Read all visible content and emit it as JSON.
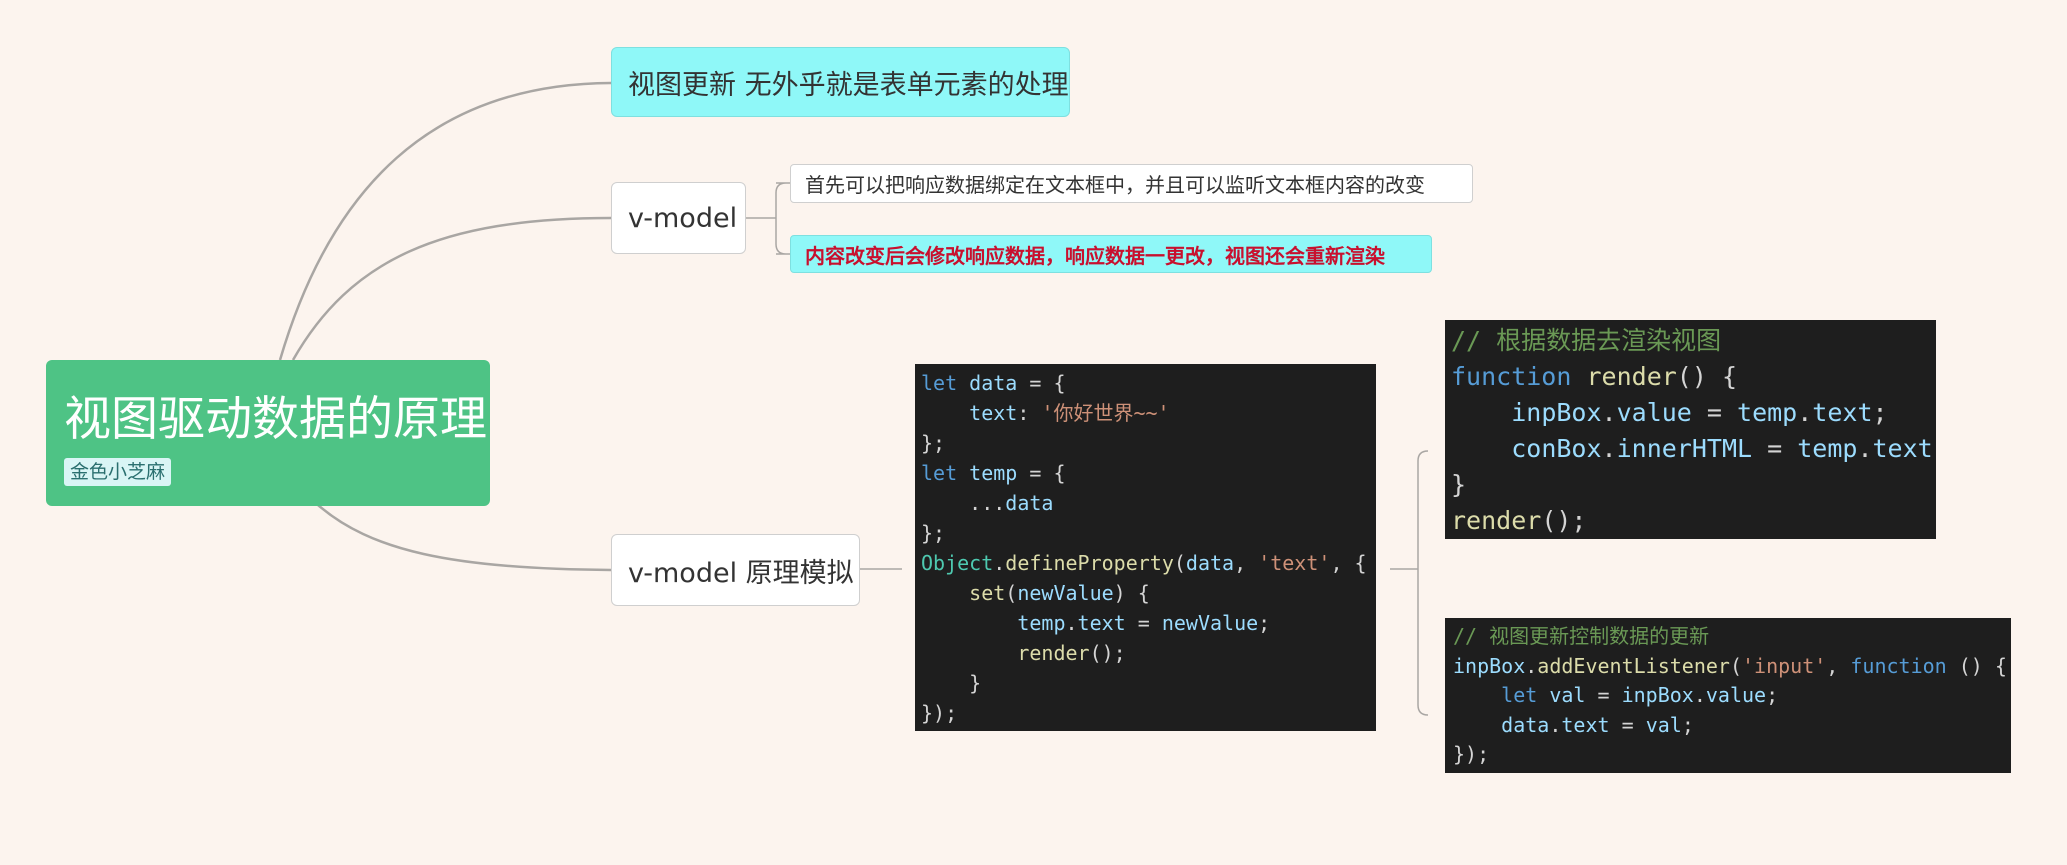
{
  "root": {
    "title": "视图驱动数据的原理",
    "tag": "金色小芝麻"
  },
  "branches": {
    "view_update": "视图更新 无外乎就是表单元素的处理",
    "vmodel": {
      "label": "v-model",
      "notes": [
        "首先可以把响应数据绑定在文本框中，并且可以监听文本框内容的改变",
        "内容改变后会修改响应数据，响应数据一更改，视图还会重新渲染"
      ]
    },
    "vmodel_sim": {
      "label": "v-model 原理模拟"
    }
  },
  "colors": {
    "background": "#fcf4ee",
    "root": "#4ec385",
    "highlight": "#8ff8f8",
    "emphasis_text": "#c8102e",
    "connector": "#a9a6a3"
  },
  "code_blocks": [
    {
      "id": "define-property",
      "lines": [
        [
          [
            "kw",
            "let"
          ],
          [
            "op",
            " "
          ],
          [
            "var",
            "data"
          ],
          [
            "op",
            " = {"
          ]
        ],
        [
          [
            "op",
            "    "
          ],
          [
            "var",
            "text"
          ],
          [
            "op",
            ": "
          ],
          [
            "str",
            "'你好世界~~'"
          ]
        ],
        [
          [
            "op",
            "};"
          ]
        ],
        [
          [
            "kw",
            "let"
          ],
          [
            "op",
            " "
          ],
          [
            "var",
            "temp"
          ],
          [
            "op",
            " = {"
          ]
        ],
        [
          [
            "op",
            "    ..."
          ],
          [
            "var",
            "data"
          ]
        ],
        [
          [
            "op",
            "};"
          ]
        ],
        [
          [
            "type",
            "Object"
          ],
          [
            "op",
            "."
          ],
          [
            "fn",
            "defineProperty"
          ],
          [
            "op",
            "("
          ],
          [
            "var",
            "data"
          ],
          [
            "op",
            ", "
          ],
          [
            "str",
            "'text'"
          ],
          [
            "op",
            ", {"
          ]
        ],
        [
          [
            "op",
            "    "
          ],
          [
            "fn",
            "set"
          ],
          [
            "op",
            "("
          ],
          [
            "var",
            "newValue"
          ],
          [
            "op",
            ") {"
          ]
        ],
        [
          [
            "op",
            "        "
          ],
          [
            "var",
            "temp"
          ],
          [
            "op",
            "."
          ],
          [
            "var",
            "text"
          ],
          [
            "op",
            " = "
          ],
          [
            "var",
            "newValue"
          ],
          [
            "op",
            ";"
          ]
        ],
        [
          [
            "op",
            "        "
          ],
          [
            "fn",
            "render"
          ],
          [
            "op",
            "();"
          ]
        ],
        [
          [
            "op",
            "    }"
          ]
        ],
        [
          [
            "op",
            "});"
          ]
        ]
      ]
    },
    {
      "id": "render-fn",
      "lines": [
        [
          [
            "com",
            "// 根据数据去渲染视图"
          ]
        ],
        [
          [
            "kw",
            "function"
          ],
          [
            "op",
            " "
          ],
          [
            "fn",
            "render"
          ],
          [
            "op",
            "() {"
          ]
        ],
        [
          [
            "op",
            "    "
          ],
          [
            "var",
            "inpBox"
          ],
          [
            "op",
            "."
          ],
          [
            "var",
            "value"
          ],
          [
            "op",
            " = "
          ],
          [
            "var",
            "temp"
          ],
          [
            "op",
            "."
          ],
          [
            "var",
            "text"
          ],
          [
            "op",
            ";"
          ]
        ],
        [
          [
            "op",
            "    "
          ],
          [
            "var",
            "conBox"
          ],
          [
            "op",
            "."
          ],
          [
            "var",
            "innerHTML"
          ],
          [
            "op",
            " = "
          ],
          [
            "var",
            "temp"
          ],
          [
            "op",
            "."
          ],
          [
            "var",
            "text"
          ],
          [
            "op",
            ";"
          ]
        ],
        [
          [
            "op",
            "}"
          ]
        ],
        [
          [
            "fn",
            "render"
          ],
          [
            "op",
            "();"
          ]
        ]
      ]
    },
    {
      "id": "event-listener",
      "lines": [
        [
          [
            "com",
            "// 视图更新控制数据的更新"
          ]
        ],
        [
          [
            "var",
            "inpBox"
          ],
          [
            "op",
            "."
          ],
          [
            "fn",
            "addEventListener"
          ],
          [
            "op",
            "("
          ],
          [
            "str",
            "'input'"
          ],
          [
            "op",
            ", "
          ],
          [
            "kw",
            "function"
          ],
          [
            "op",
            " () {"
          ]
        ],
        [
          [
            "op",
            "    "
          ],
          [
            "kw",
            "let"
          ],
          [
            "op",
            " "
          ],
          [
            "var",
            "val"
          ],
          [
            "op",
            " = "
          ],
          [
            "var",
            "inpBox"
          ],
          [
            "op",
            "."
          ],
          [
            "var",
            "value"
          ],
          [
            "op",
            ";"
          ]
        ],
        [
          [
            "op",
            "    "
          ],
          [
            "var",
            "data"
          ],
          [
            "op",
            "."
          ],
          [
            "var",
            "text"
          ],
          [
            "op",
            " = "
          ],
          [
            "var",
            "val"
          ],
          [
            "op",
            ";"
          ]
        ],
        [
          [
            "op",
            "});"
          ]
        ]
      ]
    }
  ]
}
